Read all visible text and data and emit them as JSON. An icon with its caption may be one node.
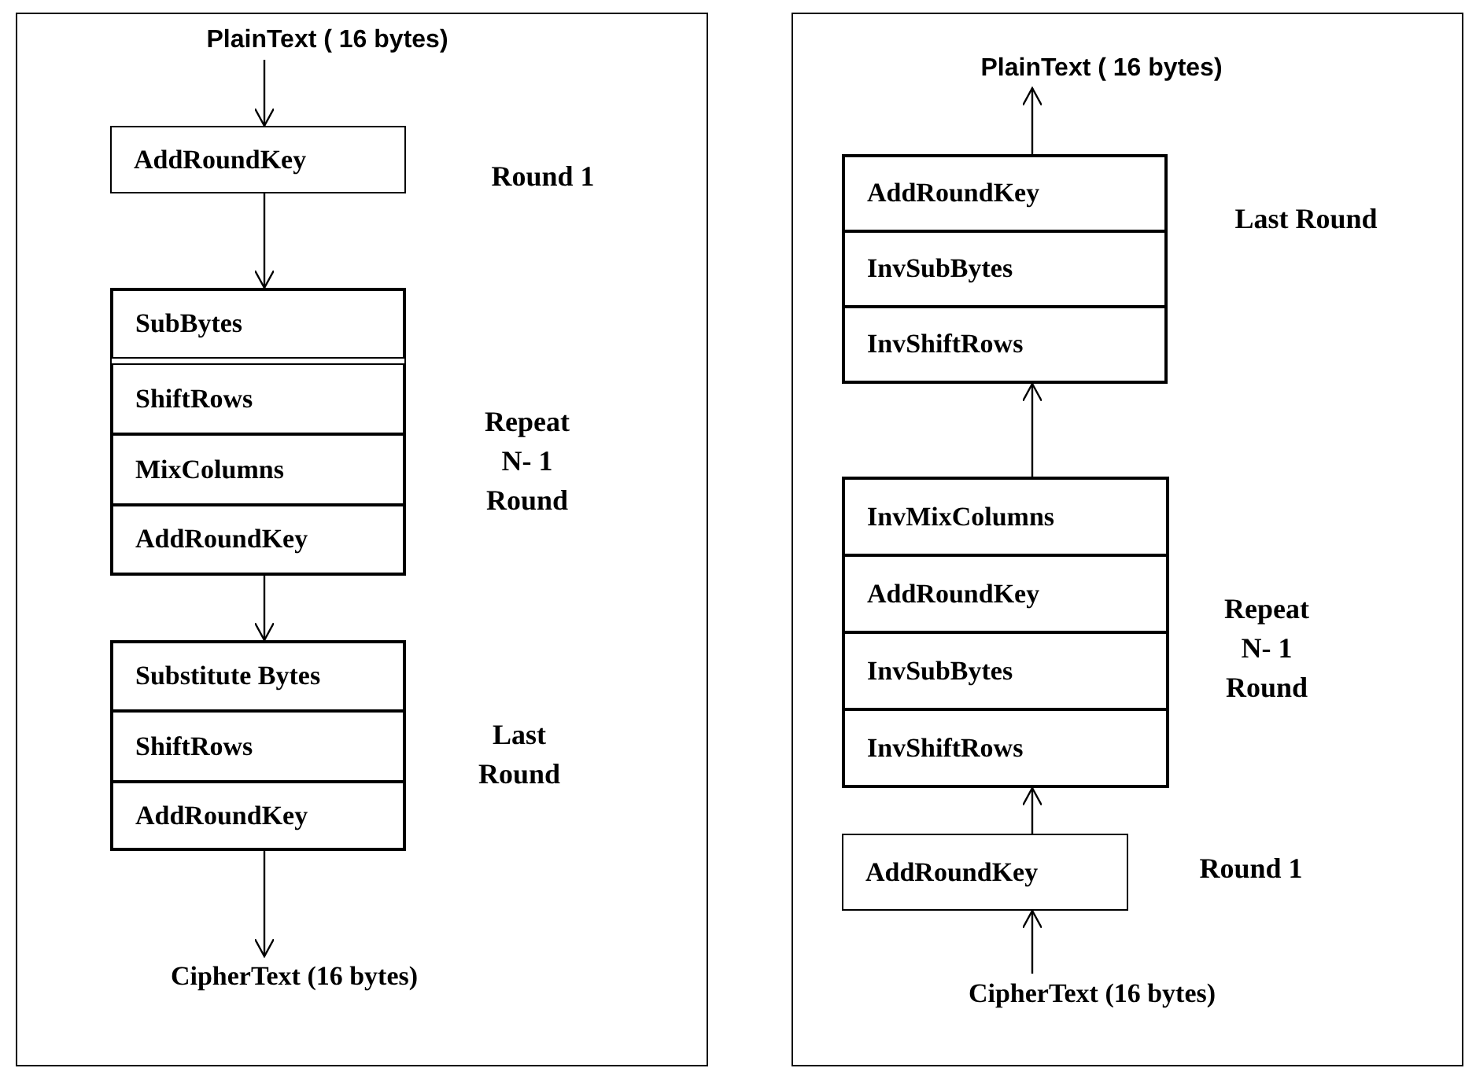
{
  "diagram": {
    "nodes": [
      {
        "text": [],
        "shape": "box"
      },
      {
        "text": [
          "PlainText ( 16 bytes)"
        ],
        "in": 0
      },
      {
        "text": [
          "AddRoundKey"
        ],
        "in": 0,
        "beside": [
          "Round 1"
        ]
      },
      {
        "text": [],
        "shape": "box",
        "in": 0,
        "beside": [
          "Repeat N- 1 Round"
        ]
      },
      {
        "text": [
          "SubBytes"
        ],
        "in": 3
      },
      {
        "text": [
          "ShiftRows"
        ],
        "in": 3
      },
      {
        "text": [
          "MixColumns"
        ],
        "in": 3
      },
      {
        "text": [
          "AddRoundKey"
        ],
        "in": 3
      },
      {
        "text": [],
        "shape": "box",
        "in": 0,
        "beside": [
          "Last Round"
        ]
      },
      {
        "text": [
          "Substitute Bytes"
        ],
        "in": 8
      },
      {
        "text": [
          "ShiftRows"
        ],
        "in": 8
      },
      {
        "text": [
          "AddRoundKey"
        ],
        "in": 8
      },
      {
        "text": [
          "CipherText (16 bytes)"
        ],
        "in": 0
      },
      {
        "text": [],
        "shape": "box"
      },
      {
        "text": [
          "PlainText ( 16 bytes)"
        ],
        "in": 13
      },
      {
        "text": [],
        "shape": "box",
        "in": 13,
        "beside": [
          "Last Round"
        ]
      },
      {
        "text": [
          "AddRoundKey"
        ],
        "in": 15
      },
      {
        "text": [
          "InvSubBytes"
        ],
        "in": 15
      },
      {
        "text": [
          "InvShiftRows"
        ],
        "in": 15
      },
      {
        "text": [],
        "shape": "box",
        "in": 13,
        "beside": [
          "Repeat N- 1 Round"
        ]
      },
      {
        "text": [
          "InvMixColumns"
        ],
        "in": 19
      },
      {
        "text": [
          "AddRoundKey"
        ],
        "in": 19
      },
      {
        "text": [
          "InvSubBytes"
        ],
        "in": 19
      },
      {
        "text": [
          "InvShiftRows"
        ],
        "in": 19
      },
      {
        "text": [
          "AddRoundKey"
        ],
        "in": 13,
        "beside": [
          "Round 1"
        ]
      },
      {
        "text": [
          "CipherText (16 bytes)"
        ],
        "in": 13
      }
    ],
    "edges": [
      {
        "from": 1,
        "to": 2,
        "arrow": "to"
      },
      {
        "from": 2,
        "to": 3,
        "arrow": "to"
      },
      {
        "from": 3,
        "to": 8,
        "arrow": "to"
      },
      {
        "from": 8,
        "to": 12,
        "arrow": "to"
      },
      {
        "from": 25,
        "to": 24,
        "arrow": "to"
      },
      {
        "from": 24,
        "to": 19,
        "arrow": "to"
      },
      {
        "from": 19,
        "to": 15,
        "arrow": "to"
      },
      {
        "from": 15,
        "to": 14,
        "arrow": "to"
      }
    ]
  }
}
